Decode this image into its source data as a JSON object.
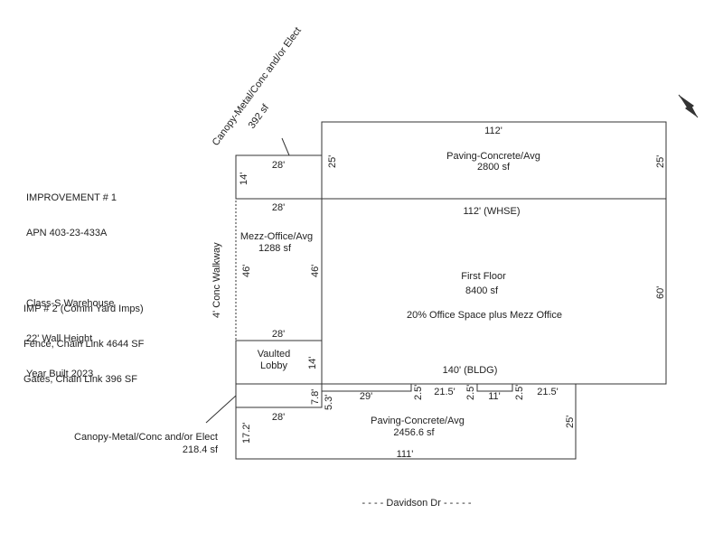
{
  "improvement": {
    "title": "IMPROVEMENT # 1",
    "apn": "APN 403-23-433A",
    "class": "Class-S Warehouse",
    "wall_height": "22' Wall Height",
    "year_built": "Year Built 2023"
  },
  "imp2": {
    "title": "IMP # 2 (Comm Yard Imps)",
    "fence": "Fence, Chain Link 4644 SF",
    "gates": "Gates, Chain Link 396 SF"
  },
  "canopy_top": {
    "line1": "Canopy-Metal/Conc and/or Elect",
    "line2": "392 sf"
  },
  "canopy_bottom": {
    "line1": "Canopy-Metal/Conc and/or Elect",
    "line2": "218.4 sf"
  },
  "paving_top": {
    "label": "Paving-Concrete/Avg",
    "area": "2800 sf",
    "width": "112'",
    "depth_left": "25'",
    "depth_right": "25'"
  },
  "canopy_small": {
    "width": "28'",
    "depth": "14'"
  },
  "mezz": {
    "label": "Mezz-Office/Avg",
    "area": "1288 sf",
    "top": "28'",
    "bottom": "28'",
    "left": "46'",
    "right": "46'"
  },
  "lobby": {
    "line1": "Vaulted",
    "line2": "Lobby",
    "depth": "14'"
  },
  "walkway": "4' Conc Walkway",
  "first_floor": {
    "label": "First Floor",
    "area": "8400 sf",
    "note": "20% Office Space plus Mezz Office",
    "whse": "112' (WHSE)",
    "bldg": "140'  (BLDG)",
    "height": "60'"
  },
  "notch": {
    "d1": "29'",
    "d2": "2.5'",
    "d3": "21.5'",
    "d4": "2.5'",
    "d5": "11'",
    "d6": "2.5'",
    "d7": "21.5'"
  },
  "canopy2": {
    "depth": "7.8'",
    "width": "28'",
    "depth2": "17.2'"
  },
  "paving_bottom": {
    "label": "Paving-Concrete/Avg",
    "area": "2456.6 sf",
    "width": "111'",
    "depth": "25'",
    "left": "5.3'"
  },
  "street": "- - - - Davidson Dr - - - - -"
}
